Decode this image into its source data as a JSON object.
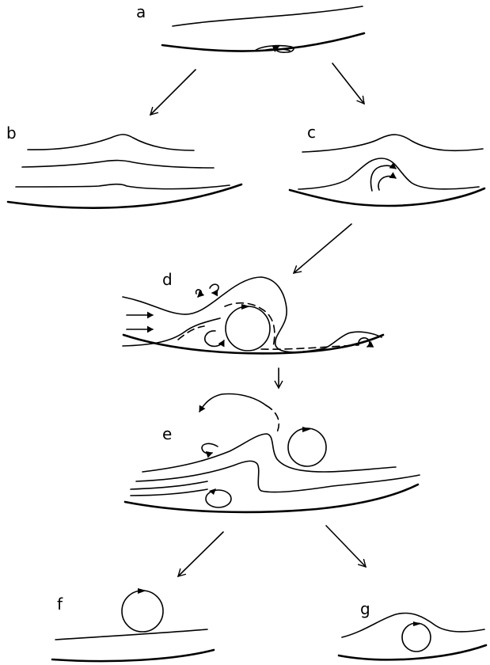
{
  "panels": {
    "a": {
      "label": "a"
    },
    "b": {
      "label": "b"
    },
    "c": {
      "label": "c"
    },
    "d": {
      "label": "d"
    },
    "e": {
      "label": "e"
    },
    "f": {
      "label": "f"
    },
    "g": {
      "label": "g"
    }
  },
  "colors": {
    "ink": "#000000",
    "background": "#ffffff"
  }
}
